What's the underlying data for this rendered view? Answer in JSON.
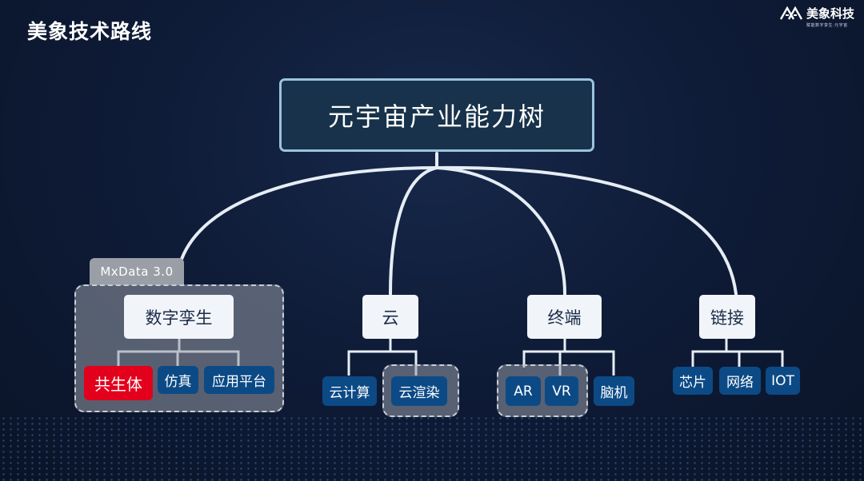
{
  "header": {
    "title": "美象技术路线",
    "brand_name": "美象科技",
    "brand_tagline": "赋能数字孪生·元宇宙"
  },
  "diagram": {
    "root": "元宇宙产业能力树",
    "version_tag": "MxData 3.0",
    "branches": [
      {
        "label": "数字孪生",
        "leaves": [
          "共生体",
          "仿真",
          "应用平台"
        ],
        "highlight": "共生体"
      },
      {
        "label": "云",
        "leaves": [
          "云计算",
          "云渲染"
        ]
      },
      {
        "label": "终端",
        "leaves": [
          "AR",
          "VR",
          "脑机"
        ]
      },
      {
        "label": "链接",
        "leaves": [
          "芯片",
          "网络",
          "IOT"
        ]
      }
    ]
  },
  "colors": {
    "background": "#0f1c38",
    "root_border": "#9cc3dd",
    "connector": "#e6edf5",
    "leaf": "#0c4a86",
    "highlight": "#e2001c",
    "category_fill": "#f1f4f9"
  },
  "icons": {
    "brand_logo": "triangle-logo-icon"
  }
}
